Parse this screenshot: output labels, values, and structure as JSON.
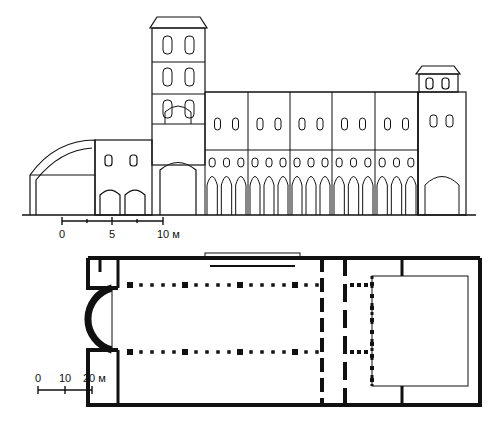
{
  "diagram": {
    "labels": [
      "0",
      "5",
      "10 м",
      "0",
      "10",
      "20 м"
    ]
  }
}
